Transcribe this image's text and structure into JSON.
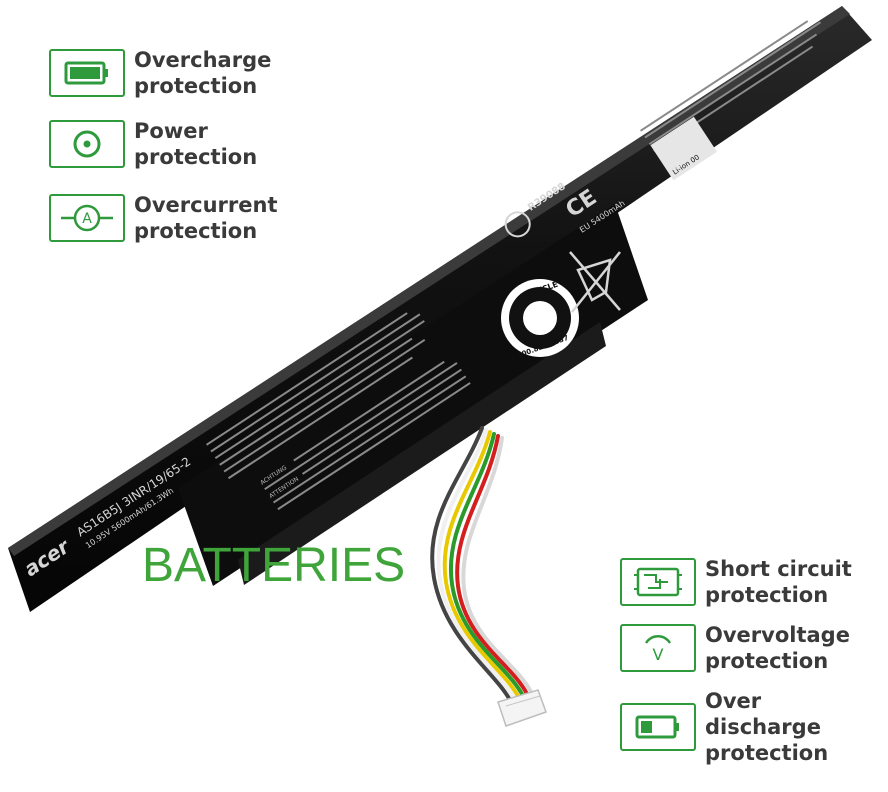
{
  "features_left": [
    {
      "icon": "battery-full-icon",
      "line1": "Overcharge",
      "line2": "protection"
    },
    {
      "icon": "power-icon",
      "line1": "Power",
      "line2": "protection"
    },
    {
      "icon": "ammeter-icon",
      "line1": "Overcurrent",
      "line2": "protection"
    }
  ],
  "features_right": [
    {
      "icon": "circuit-board-icon",
      "line1": "Short circuit",
      "line2": "protection"
    },
    {
      "icon": "voltage-v-icon",
      "line1": "Overvoltage",
      "line2": "protection"
    },
    {
      "icon": "battery-low-icon",
      "line1": "Over discharge",
      "line2": "protection"
    }
  ],
  "watermark_text": "BATTERIES",
  "battery_label": {
    "brand": "acer",
    "model": "AS16B5J 3INR/19/65-2",
    "rating": "10.95V 5600mAh/61.3Wh",
    "recycle_top": "RECYCLE",
    "recycle_phone": "1.800.822.8837",
    "cert_code": "R39088",
    "eu_capacity": "EU 5400mAh",
    "cell_type": "Li-ion 00",
    "warning_title": "ACHTUNG",
    "warning2_title": "ATTENTION"
  },
  "colors": {
    "accent_green": "#2e9a3c",
    "battery_body": "#121212",
    "text_gray": "#3a3a3a"
  }
}
